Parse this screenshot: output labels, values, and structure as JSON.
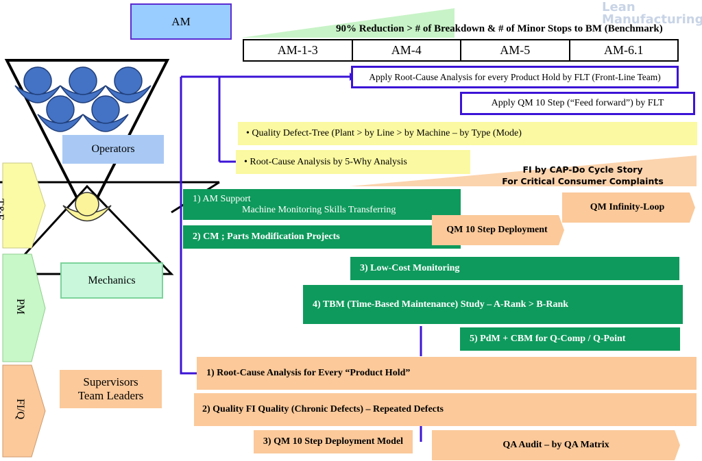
{
  "header": {
    "am_label": "AM",
    "reduction_text": "90% Reduction > # of Breakdown & # of Minor Stops to BM (Benchmark)",
    "stages": [
      "AM-1-3",
      "AM-4",
      "AM-5",
      "AM-6.1"
    ],
    "watermark": "Lean Manufacturing"
  },
  "left": {
    "operators": "Operators",
    "mechanics": "Mechanics",
    "supervisors_line1": "Supervisors",
    "supervisors_line2": "Team Leaders",
    "arrows": [
      "T&E",
      "PM",
      "FI/Q"
    ]
  },
  "am_track": {
    "rca_flt": "Apply Root-Cause Analysis for every Product Hold by FLT (Front-Line Team)",
    "qm10_flt": "Apply QM 10 Step (“Feed forward”) by FLT",
    "defect_tree": "• Quality Defect-Tree (Plant > by Line > by Machine – by Type (Mode)",
    "five_why": "• Root-Cause Analysis by 5-Why Analysis",
    "fi_cap_line1": "FI by CAP-Do Cycle Story",
    "fi_cap_line2": "For Critical Consumer Complaints"
  },
  "pm_track": {
    "am_support_line1": "1) AM Support",
    "am_support_line2": "Machine Monitoring Skills Transferring",
    "cm_parts": "2) CM ; Parts Modification Projects",
    "low_cost": "3) Low-Cost Monitoring",
    "tbm": "4) TBM (Time-Based Maintenance) Study – A-Rank > B-Rank",
    "pdm_cbm": "5) PdM + CBM for Q-Comp / Q-Point",
    "qm_infinity": "QM Infinity-Loop",
    "qm10_deploy": "QM 10 Step Deployment"
  },
  "fiq_track": {
    "rca_hold": "1) Root-Cause Analysis for Every “Product Hold”",
    "quality_fi": "2) Quality FI Quality (Chronic Defects) – Repeated Defects",
    "qm10_model": "3) QM 10 Step Deployment Model",
    "qa_audit": "QA Audit – by QA Matrix"
  },
  "colors": {
    "blue_line": "#3b13d6",
    "green": "#0e9a5c",
    "orange": "#fbc99a",
    "yellow": "#fbf9a1",
    "operator_blue": "#4472c4",
    "am_box": "#99ccff"
  }
}
